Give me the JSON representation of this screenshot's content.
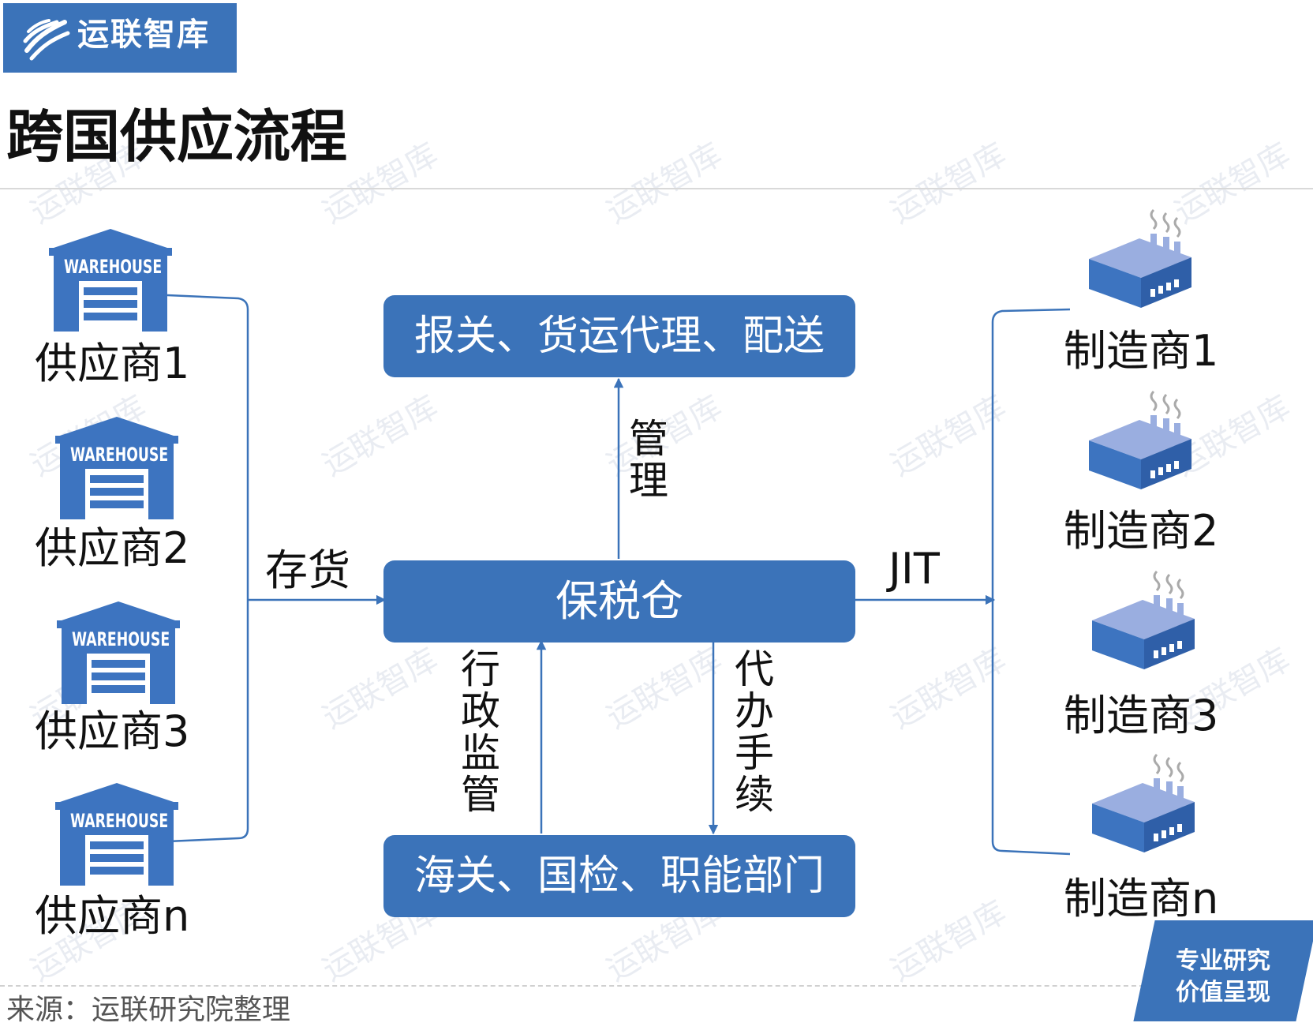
{
  "brand": {
    "name": "运联智库"
  },
  "title": "跨国供应流程",
  "suppliers": [
    {
      "label": "供应商1",
      "icon_text": "WAREHOUSE"
    },
    {
      "label": "供应商2",
      "icon_text": "WAREHOUSE"
    },
    {
      "label": "供应商3",
      "icon_text": "WAREHOUSE"
    },
    {
      "label": "供应商n",
      "icon_text": "WAREHOUSE"
    }
  ],
  "manufacturers": [
    {
      "label": "制造商1"
    },
    {
      "label": "制造商2"
    },
    {
      "label": "制造商3"
    },
    {
      "label": "制造商n"
    }
  ],
  "boxes": {
    "top": "报关、货运代理、配送",
    "center": "保税仓",
    "bottom": "海关、国检、职能部门"
  },
  "edges": {
    "inventory": "存货",
    "jit": "JIT",
    "manage": "管理",
    "admin": "行政监管",
    "procedures": "代办手续"
  },
  "stamp": {
    "line1": "专业研究",
    "line2": "价值呈现"
  },
  "source": "来源：运联研究院整理",
  "colors": {
    "accent": "#3b73b9",
    "icon_blue": "#3d74c0",
    "icon_light": "#9aaee0"
  }
}
